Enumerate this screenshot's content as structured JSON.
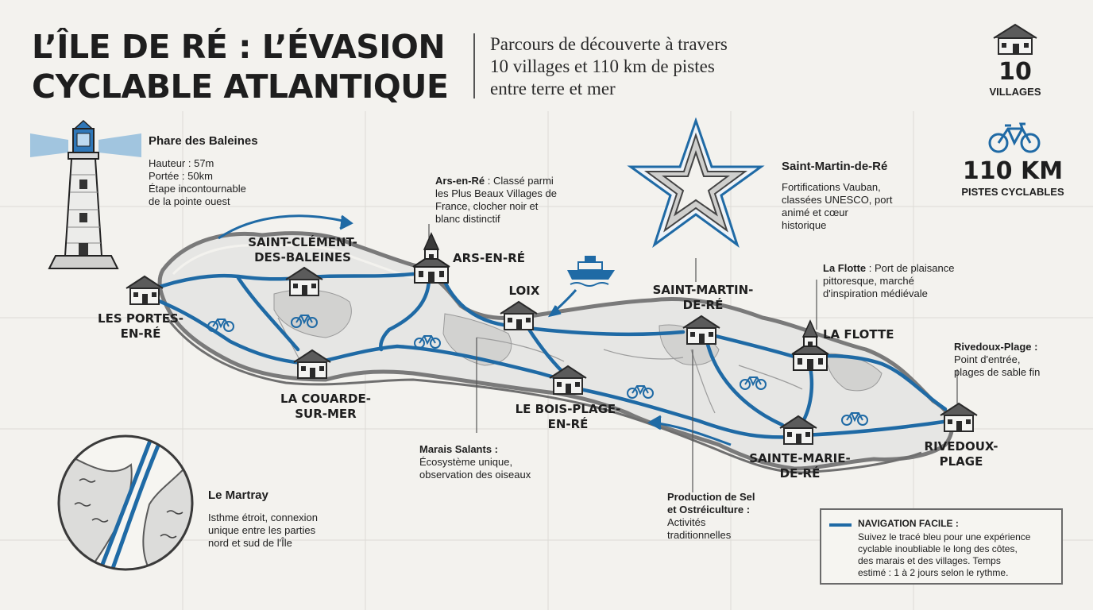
{
  "header": {
    "title_line1": "L’ÎLE DE RÉ : L’ÉVASION",
    "title_line2": "CYCLABLE ATLANTIQUE",
    "subtitle_line1": "Parcours de découverte à travers",
    "subtitle_line2": "10 villages et 110 km de pistes",
    "subtitle_line3": "entre terre et mer"
  },
  "stats": {
    "villages_value": "10",
    "villages_label": "VILLAGES",
    "km_value": "110 KM",
    "km_label": "PISTES CYCLABLES"
  },
  "villages": {
    "les_portes": [
      "LES PORTES-",
      "EN-RÉ"
    ],
    "saint_clement": [
      "SAINT-CLÉMENT-",
      "DES-BALEINES"
    ],
    "ars": [
      "ARS-EN-RÉ"
    ],
    "loix": [
      "LOIX"
    ],
    "la_couarde": [
      "LA COUARDE-",
      "SUR-MER"
    ],
    "bois_plage": [
      "LE BOIS-PLAGE-",
      "EN-RÉ"
    ],
    "saint_martin": [
      "SAINT-MARTIN-",
      "DE-RÉ"
    ],
    "la_flotte": [
      "LA FLOTTE"
    ],
    "sainte_marie": [
      "SAINTE-MARIE-",
      "DE-RÉ"
    ],
    "rivedoux": [
      "RIVEDOUX-",
      "PLAGE"
    ]
  },
  "notes": {
    "phare": {
      "title": "Phare des Baleines",
      "lines": [
        "Hauteur : 57m",
        "Portée : 50km",
        "Étape incontournable",
        "de la pointe ouest"
      ]
    },
    "ars": {
      "bold": "Ars-en-Ré",
      "line1_rest": " : Classé parmi",
      "lines": [
        "les Plus Beaux Villages de",
        "France, clocher noir et",
        "blanc distinctif"
      ]
    },
    "saint_martin": {
      "title": "Saint-Martin-de-Ré",
      "lines": [
        "Fortifications Vauban,",
        "classées UNESCO, port",
        "animé et cœur",
        "historique"
      ]
    },
    "la_flotte": {
      "bold": "La Flotte",
      "line1_rest": " : Port de plaisance",
      "lines": [
        "pittoresque, marché",
        "d'inspiration médiévale"
      ]
    },
    "rivedoux": {
      "bold_lines": [
        "Rivedoux-Plage :"
      ],
      "lines": [
        "Point d'entrée,",
        "plages de sable fin"
      ]
    },
    "marais": {
      "bold_lines": [
        "Marais Salants :"
      ],
      "lines": [
        "Écosystème unique,",
        "observation des oiseaux"
      ]
    },
    "sel": {
      "bold_lines": [
        "Production de Sel",
        "et Ostréiculture :"
      ],
      "lines": [
        "Activités",
        "traditionnelles"
      ]
    },
    "martray": {
      "title": "Le Martray",
      "lines": [
        "Isthme étroit, connexion",
        "unique entre les parties",
        "nord et sud de l'Île"
      ]
    }
  },
  "legend": {
    "title": "NAVIGATION FACILE :",
    "lines": [
      "Suivez le tracé bleu pour une expérience",
      "cyclable inoubliable le long des côtes,",
      "des marais et des villages. Temps",
      "estimé : 1 à 2 jours selon le rythme."
    ]
  },
  "colors": {
    "route_blue": "#1f6aa5",
    "lighthouse_blue": "#2f77b8",
    "island_fill": "#e3e3e3",
    "coast_line": "#7a7a7a",
    "background": "#f3f2ee"
  },
  "icons": [
    "lighthouse-icon",
    "church-icon",
    "house-icon",
    "bicycle-icon",
    "boat-icon",
    "fort-icon",
    "arrow-icon"
  ]
}
